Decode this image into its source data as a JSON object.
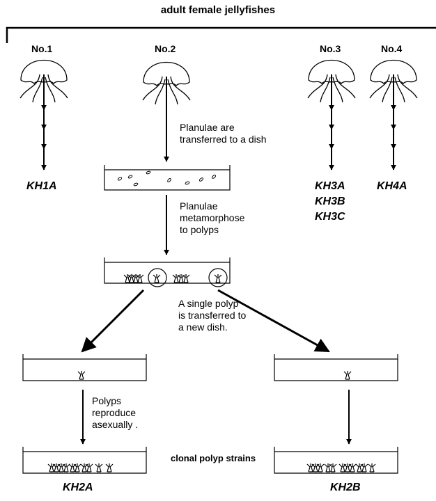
{
  "title": "adult  female jellyfishes",
  "jellyfish_labels": [
    "No.1",
    "No.2",
    "No.3",
    "No.4"
  ],
  "steps": {
    "transfer_planulae": [
      "Planulae are",
      "transferred to a dish"
    ],
    "metamorphose": [
      "Planulae",
      "metamorphose",
      "to polyps"
    ],
    "single_polyp": [
      "A single polyp",
      "is transferred to",
      "a new dish."
    ],
    "reproduce": [
      "Polyps",
      "reproduce",
      "asexually ."
    ]
  },
  "strains": {
    "no1": [
      "KH1A"
    ],
    "no3": [
      "KH3A",
      "KH3B",
      "KH3C"
    ],
    "no4": [
      "KH4A"
    ],
    "left": "KH2A",
    "right": "KH2B"
  },
  "caption": "clonal polyp strains"
}
